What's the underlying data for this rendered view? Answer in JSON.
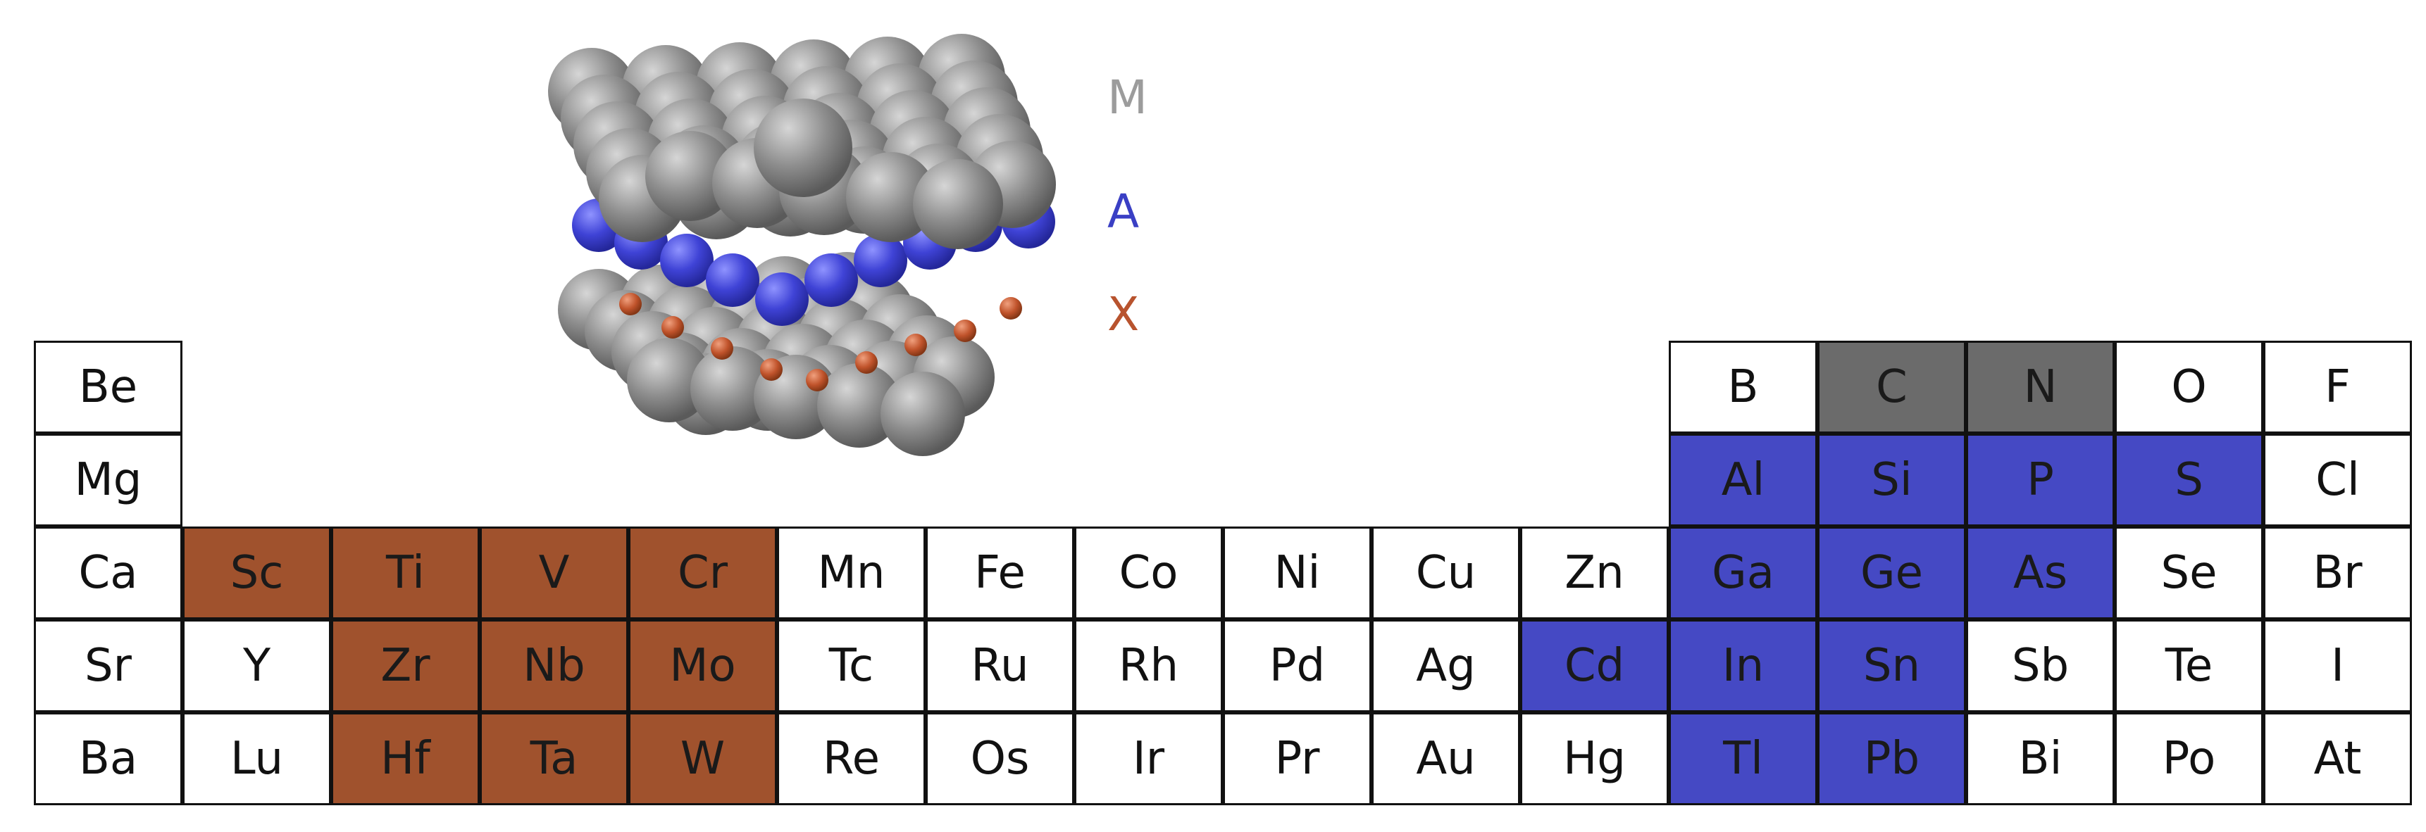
{
  "colors": {
    "M": "#a0522d",
    "A": "#4549c4",
    "X": "#6b6b6b",
    "empty": "#ffffff",
    "legend_M": "#9c9c9c",
    "legend_A": "#3a3fc4",
    "legend_X": "#b8532e"
  },
  "legend": {
    "M": "M",
    "A": "A",
    "X": "X"
  },
  "table": {
    "rows": [
      [
        {
          "symbol": "Be",
          "role": "none"
        },
        null,
        null,
        null,
        null,
        null,
        null,
        null,
        null,
        null,
        null,
        {
          "symbol": "B",
          "role": "none"
        },
        {
          "symbol": "C",
          "role": "X"
        },
        {
          "symbol": "N",
          "role": "X"
        },
        {
          "symbol": "O",
          "role": "none"
        },
        {
          "symbol": "F",
          "role": "none"
        }
      ],
      [
        {
          "symbol": "Mg",
          "role": "none"
        },
        null,
        null,
        null,
        null,
        null,
        null,
        null,
        null,
        null,
        null,
        {
          "symbol": "Al",
          "role": "A"
        },
        {
          "symbol": "Si",
          "role": "A"
        },
        {
          "symbol": "P",
          "role": "A"
        },
        {
          "symbol": "S",
          "role": "A"
        },
        {
          "symbol": "Cl",
          "role": "none"
        }
      ],
      [
        {
          "symbol": "Ca",
          "role": "none"
        },
        {
          "symbol": "Sc",
          "role": "M"
        },
        {
          "symbol": "Ti",
          "role": "M"
        },
        {
          "symbol": "V",
          "role": "M"
        },
        {
          "symbol": "Cr",
          "role": "M"
        },
        {
          "symbol": "Mn",
          "role": "none"
        },
        {
          "symbol": "Fe",
          "role": "none"
        },
        {
          "symbol": "Co",
          "role": "none"
        },
        {
          "symbol": "Ni",
          "role": "none"
        },
        {
          "symbol": "Cu",
          "role": "none"
        },
        {
          "symbol": "Zn",
          "role": "none"
        },
        {
          "symbol": "Ga",
          "role": "A"
        },
        {
          "symbol": "Ge",
          "role": "A"
        },
        {
          "symbol": "As",
          "role": "A"
        },
        {
          "symbol": "Se",
          "role": "none"
        },
        {
          "symbol": "Br",
          "role": "none"
        }
      ],
      [
        {
          "symbol": "Sr",
          "role": "none"
        },
        {
          "symbol": "Y",
          "role": "none"
        },
        {
          "symbol": "Zr",
          "role": "M"
        },
        {
          "symbol": "Nb",
          "role": "M"
        },
        {
          "symbol": "Mo",
          "role": "M"
        },
        {
          "symbol": "Tc",
          "role": "none"
        },
        {
          "symbol": "Ru",
          "role": "none"
        },
        {
          "symbol": "Rh",
          "role": "none"
        },
        {
          "symbol": "Pd",
          "role": "none"
        },
        {
          "symbol": "Ag",
          "role": "none"
        },
        {
          "symbol": "Cd",
          "role": "A"
        },
        {
          "symbol": "In",
          "role": "A"
        },
        {
          "symbol": "Sn",
          "role": "A"
        },
        {
          "symbol": "Sb",
          "role": "none"
        },
        {
          "symbol": "Te",
          "role": "none"
        },
        {
          "symbol": "I",
          "role": "none"
        }
      ],
      [
        {
          "symbol": "Ba",
          "role": "none"
        },
        {
          "symbol": "Lu",
          "role": "none"
        },
        {
          "symbol": "Hf",
          "role": "M"
        },
        {
          "symbol": "Ta",
          "role": "M"
        },
        {
          "symbol": "W",
          "role": "M"
        },
        {
          "symbol": "Re",
          "role": "none"
        },
        {
          "symbol": "Os",
          "role": "none"
        },
        {
          "symbol": "Ir",
          "role": "none"
        },
        {
          "symbol": "Pr",
          "role": "none"
        },
        {
          "symbol": "Au",
          "role": "none"
        },
        {
          "symbol": "Hg",
          "role": "none"
        },
        {
          "symbol": "Tl",
          "role": "A"
        },
        {
          "symbol": "Pb",
          "role": "A"
        },
        {
          "symbol": "Bi",
          "role": "none"
        },
        {
          "symbol": "Po",
          "role": "none"
        },
        {
          "symbol": "At",
          "role": "none"
        }
      ]
    ]
  }
}
